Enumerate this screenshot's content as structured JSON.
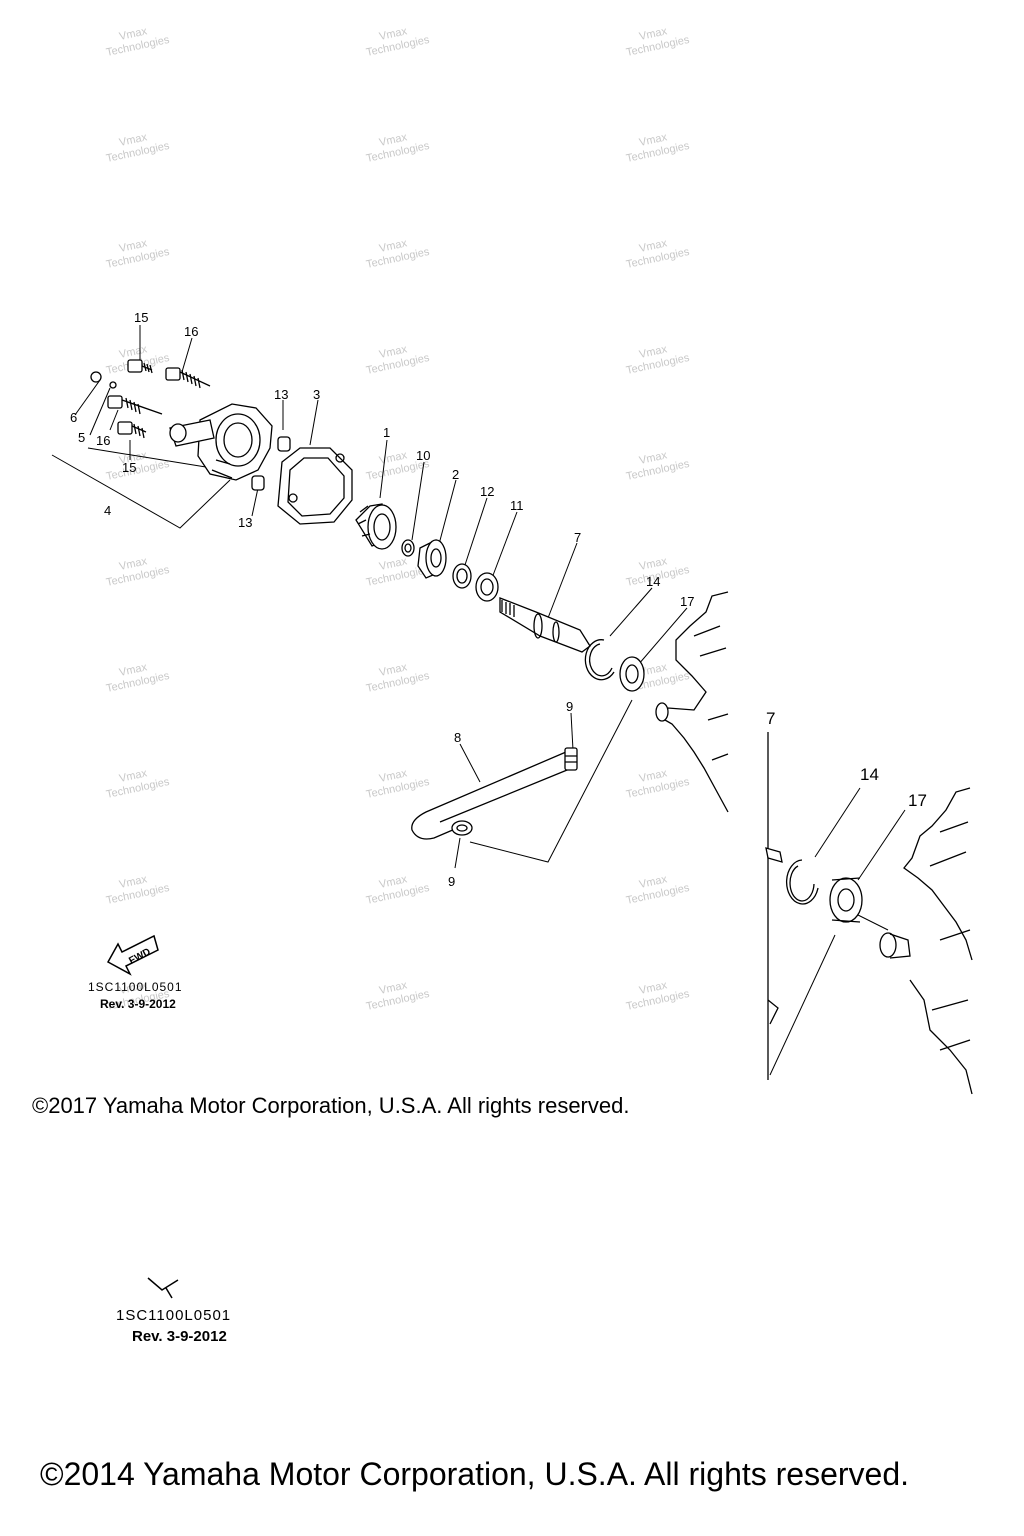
{
  "callouts": {
    "c1": "1",
    "c2": "2",
    "c3": "3",
    "c4": "4",
    "c5": "5",
    "c6": "6",
    "c7": "7",
    "c8": "8",
    "c9a": "9",
    "c9b": "9",
    "c10": "10",
    "c11": "11",
    "c12": "12",
    "c13a": "13",
    "c13b": "13",
    "c14": "14",
    "c15a": "15",
    "c15b": "15",
    "c16a": "16",
    "c16b": "16",
    "c17": "17",
    "inset7": "7",
    "inset14": "14",
    "inset17": "17"
  },
  "fwd_label": "FWD",
  "watermark": {
    "line1": "Vmax",
    "line2": "Technologies"
  },
  "top_block": {
    "drawing_code": "1SC1100L0501",
    "revision": "Rev.  3-9-2012",
    "copyright": "©2017 Yamaha Motor Corporation, U.S.A. All rights reserved."
  },
  "bottom_block": {
    "drawing_code": "1SC1100L0501",
    "revision": "Rev.  3-9-2012",
    "copyright": "©2014 Yamaha Motor Corporation, U.S.A. All rights reserved."
  }
}
